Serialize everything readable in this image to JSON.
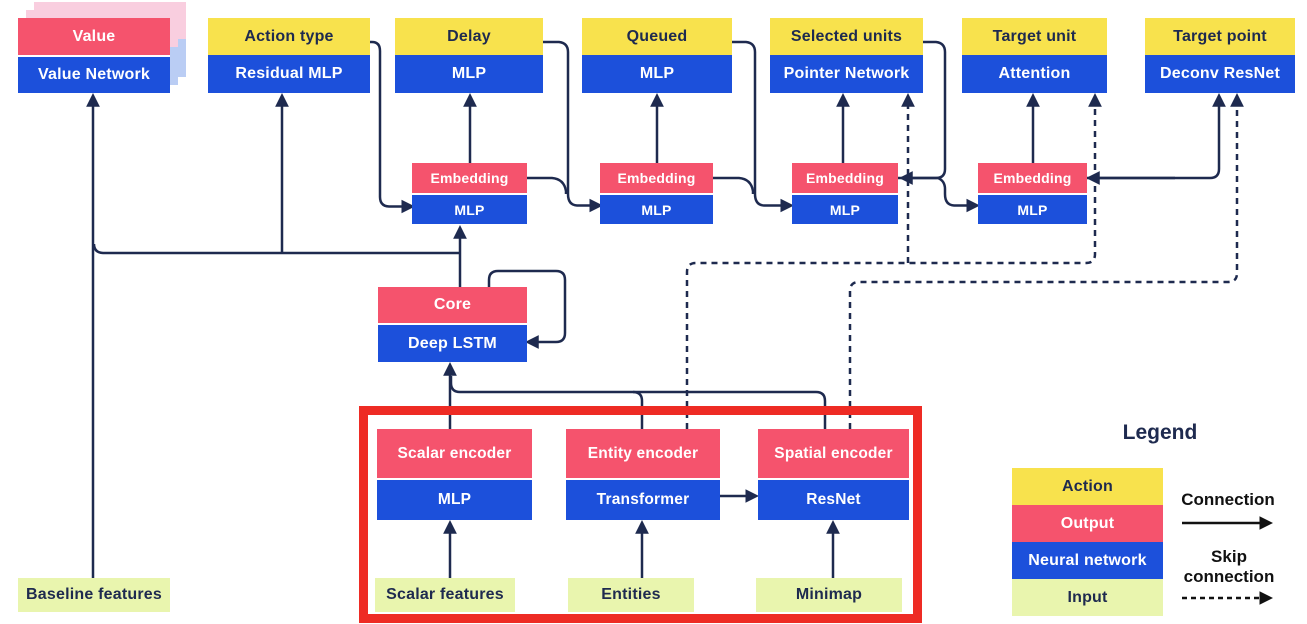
{
  "colors": {
    "action": "#F8E24D",
    "output": "#F5536D",
    "neural_network": "#1C50DB",
    "input": "#E9F5AE",
    "line": "#1E2A4F",
    "highlight": "#EE2B24",
    "ghost_pink": "#F9CEDF",
    "ghost_blue": "#BACDF4",
    "text_dark": "#1E2A4F",
    "text_light": "#FFFFFF",
    "legend_arrow": "#111111"
  },
  "nodes": {
    "value": {
      "top": "Value",
      "bottom": "Value Network"
    },
    "action_type": {
      "top": "Action type",
      "bottom": "Residual MLP"
    },
    "delay": {
      "top": "Delay",
      "bottom": "MLP"
    },
    "queued": {
      "top": "Queued",
      "bottom": "MLP"
    },
    "selected_units": {
      "top": "Selected units",
      "bottom": "Pointer Network"
    },
    "target_unit": {
      "top": "Target unit",
      "bottom": "Attention"
    },
    "target_point": {
      "top": "Target point",
      "bottom": "Deconv ResNet"
    },
    "embedding1": {
      "top": "Embedding",
      "bottom": "MLP"
    },
    "embedding2": {
      "top": "Embedding",
      "bottom": "MLP"
    },
    "embedding3": {
      "top": "Embedding",
      "bottom": "MLP"
    },
    "embedding4": {
      "top": "Embedding",
      "bottom": "MLP"
    },
    "core": {
      "top": "Core",
      "bottom": "Deep LSTM"
    },
    "scalar_encoder": {
      "top": "Scalar encoder",
      "bottom": "MLP"
    },
    "entity_encoder": {
      "top": "Entity encoder",
      "bottom": "Transformer"
    },
    "spatial_encoder": {
      "top": "Spatial encoder",
      "bottom": "ResNet"
    },
    "baseline_features": {
      "label": "Baseline features"
    },
    "scalar_features": {
      "label": "Scalar features"
    },
    "entities": {
      "label": "Entities"
    },
    "minimap": {
      "label": "Minimap"
    }
  },
  "legend": {
    "title": "Legend",
    "items": [
      {
        "label": "Action",
        "type": "action"
      },
      {
        "label": "Output",
        "type": "output"
      },
      {
        "label": "Neural network",
        "type": "neural_network"
      },
      {
        "label": "Input",
        "type": "input"
      }
    ],
    "connection_label": "Connection",
    "skip_label": "Skip connection"
  },
  "edges": [
    {
      "from": "Baseline features",
      "to": "Value Network",
      "type": "connection"
    },
    {
      "from": "Core",
      "to": "Value Network",
      "type": "connection"
    },
    {
      "from": "Core",
      "to": "Action type / Residual MLP",
      "type": "connection"
    },
    {
      "from": "Core",
      "to": "Embedding 1",
      "type": "connection"
    },
    {
      "from": "Core",
      "to": "Core",
      "type": "recurrent"
    },
    {
      "from": "Action type",
      "to": "Embedding 1",
      "type": "connection"
    },
    {
      "from": "Embedding 1",
      "to": "Delay / MLP",
      "type": "connection"
    },
    {
      "from": "Delay",
      "to": "Embedding 2",
      "type": "connection"
    },
    {
      "from": "Embedding 1",
      "to": "Embedding 2",
      "type": "connection"
    },
    {
      "from": "Embedding 2",
      "to": "Queued / MLP",
      "type": "connection"
    },
    {
      "from": "Queued",
      "to": "Embedding 3",
      "type": "connection"
    },
    {
      "from": "Embedding 2",
      "to": "Embedding 3",
      "type": "connection"
    },
    {
      "from": "Embedding 3",
      "to": "Selected units / Pointer Network",
      "type": "connection"
    },
    {
      "from": "Selected units",
      "to": "Embedding 3",
      "type": "connection"
    },
    {
      "from": "Embedding 3",
      "to": "Embedding 4",
      "type": "connection"
    },
    {
      "from": "Embedding 4",
      "to": "Target unit / Attention",
      "type": "connection"
    },
    {
      "from": "Embedding 4",
      "to": "Target point / Deconv ResNet",
      "type": "connection"
    },
    {
      "from": "Target unit",
      "to": "Embedding 4",
      "type": "connection"
    },
    {
      "from": "Scalar features",
      "to": "Scalar encoder",
      "type": "connection"
    },
    {
      "from": "Entities",
      "to": "Entity encoder",
      "type": "connection"
    },
    {
      "from": "Minimap",
      "to": "Spatial encoder",
      "type": "connection"
    },
    {
      "from": "Scalar encoder",
      "to": "Core / Deep LSTM",
      "type": "connection"
    },
    {
      "from": "Entity encoder",
      "to": "Core / Deep LSTM",
      "type": "connection"
    },
    {
      "from": "Spatial encoder",
      "to": "Core / Deep LSTM",
      "type": "connection"
    },
    {
      "from": "Entity encoder (Transformer)",
      "to": "Spatial encoder (ResNet)",
      "type": "connection"
    },
    {
      "from": "Entity encoder",
      "to": "Selected units / Pointer Network",
      "type": "skip"
    },
    {
      "from": "Entity encoder",
      "to": "Target unit / Attention",
      "type": "skip"
    },
    {
      "from": "Spatial encoder",
      "to": "Target point / Deconv ResNet",
      "type": "skip"
    }
  ]
}
